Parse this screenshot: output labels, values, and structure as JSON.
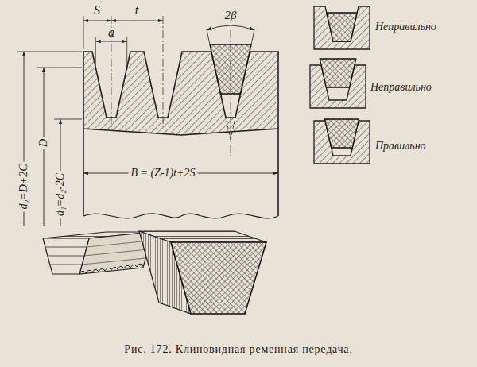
{
  "diagram": {
    "caption": "Рис. 172. Клиновидная ременная передача.",
    "labels": [
      "S",
      "t",
      "a",
      "2β",
      "d₂=D+2C",
      "D",
      "d₁=d₂-2C",
      "B = (Z-1)t+2S",
      "Неправильно",
      "Неправильно",
      "Правильно"
    ]
  }
}
